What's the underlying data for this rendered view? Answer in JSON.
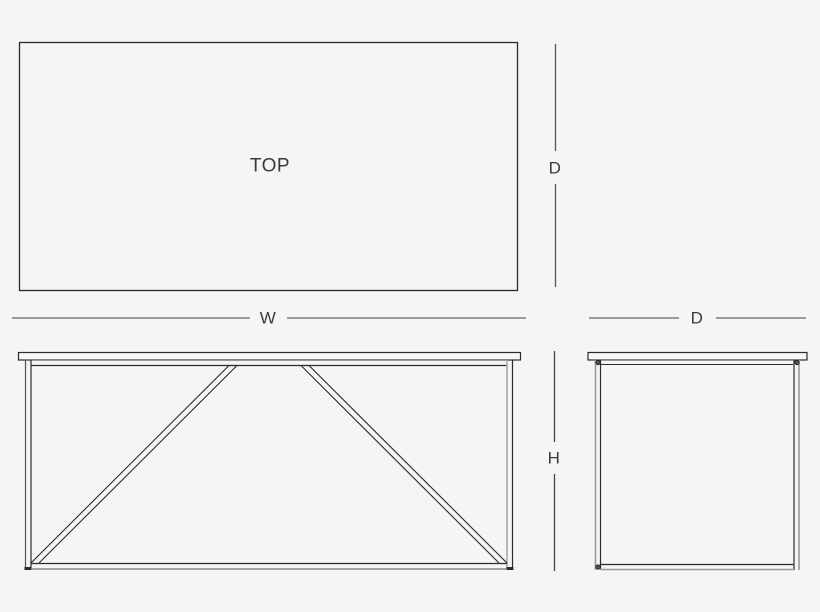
{
  "diagram": {
    "type": "technical-drawing",
    "subject": "table orthographic views",
    "background": "#f5f5f5",
    "line_color": "#2b2b2b",
    "dim_line_color": "#555555",
    "views": {
      "top": {
        "label": "TOP"
      },
      "front": {
        "width_label": "W",
        "height_label": "H"
      },
      "side": {
        "depth_label": "D"
      }
    },
    "dimensions": {
      "top_view_depth": "D",
      "front_view_width": "W",
      "front_view_height": "H",
      "side_view_depth": "D"
    }
  }
}
